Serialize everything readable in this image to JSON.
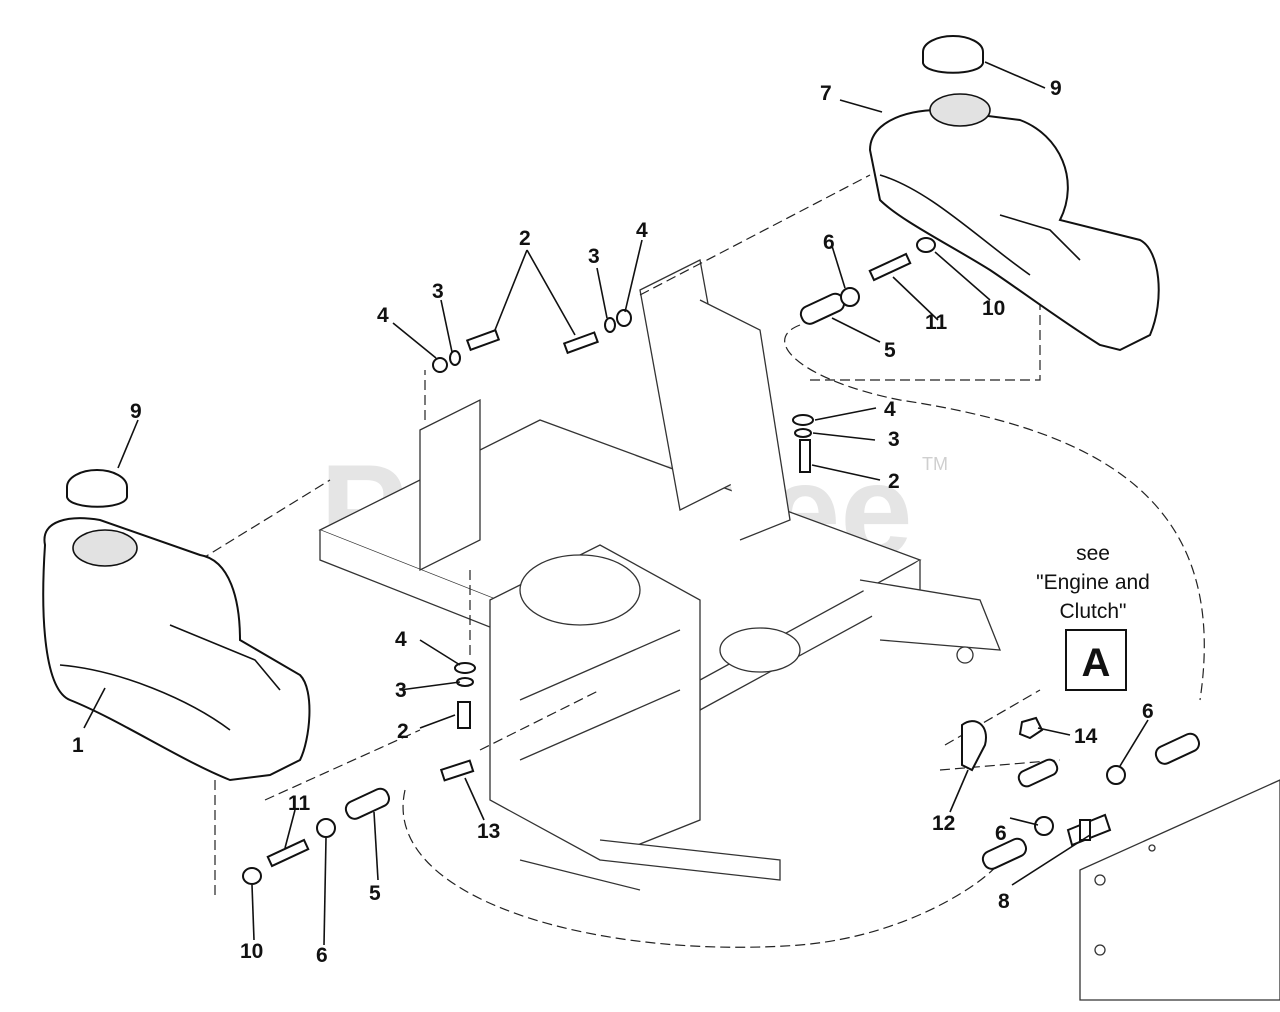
{
  "watermark": {
    "brand": "PartsTree",
    "trademark": "TM"
  },
  "reference_note": {
    "line1": "see",
    "line2": "\"Engine and",
    "line3": "Clutch\"",
    "box_letter": "A"
  },
  "callouts": [
    {
      "id": "c1",
      "text": "1"
    },
    {
      "id": "c7",
      "text": "7"
    },
    {
      "id": "c9a",
      "text": "9"
    },
    {
      "id": "c9b",
      "text": "9"
    },
    {
      "id": "c2a",
      "text": "2"
    },
    {
      "id": "c2b",
      "text": "2"
    },
    {
      "id": "c2c",
      "text": "2"
    },
    {
      "id": "c3a",
      "text": "3"
    },
    {
      "id": "c3b",
      "text": "3"
    },
    {
      "id": "c3c",
      "text": "3"
    },
    {
      "id": "c3d",
      "text": "3"
    },
    {
      "id": "c4a",
      "text": "4"
    },
    {
      "id": "c4b",
      "text": "4"
    },
    {
      "id": "c4c",
      "text": "4"
    },
    {
      "id": "c4d",
      "text": "4"
    },
    {
      "id": "c5a",
      "text": "5"
    },
    {
      "id": "c5b",
      "text": "5"
    },
    {
      "id": "c6a",
      "text": "6"
    },
    {
      "id": "c6b",
      "text": "6"
    },
    {
      "id": "c6c",
      "text": "6"
    },
    {
      "id": "c6d",
      "text": "6"
    },
    {
      "id": "c8",
      "text": "8"
    },
    {
      "id": "c10a",
      "text": "10"
    },
    {
      "id": "c10b",
      "text": "10"
    },
    {
      "id": "c11a",
      "text": "11"
    },
    {
      "id": "c11b",
      "text": "11"
    },
    {
      "id": "c12",
      "text": "12"
    },
    {
      "id": "c13",
      "text": "13"
    },
    {
      "id": "c14",
      "text": "14"
    }
  ]
}
